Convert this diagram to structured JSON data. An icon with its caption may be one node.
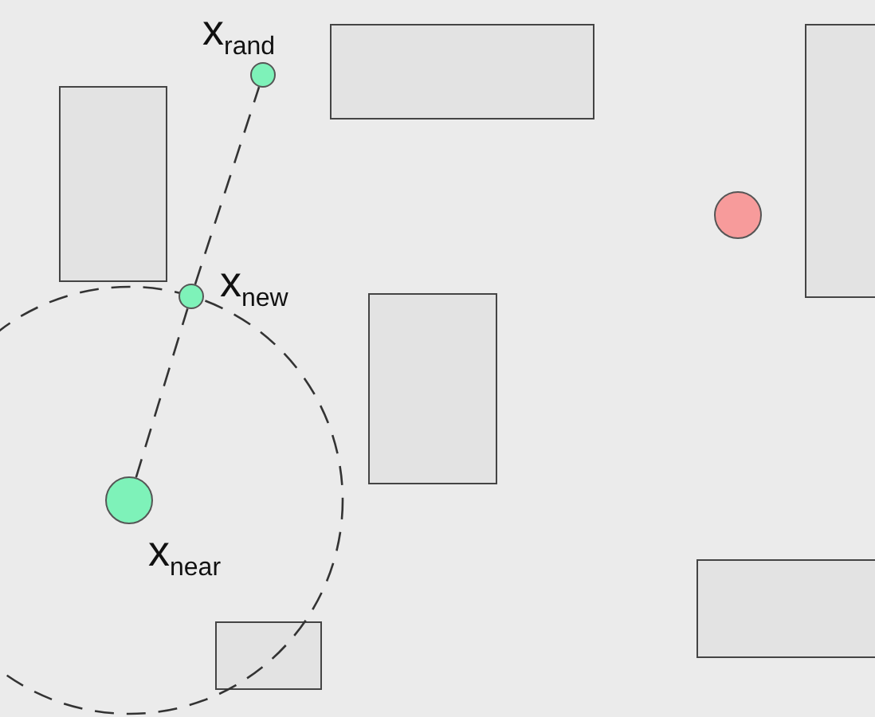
{
  "diagram": {
    "nodes": [
      {
        "text": [],
        "shape": "circle",
        "beside": [
          "x$_{rand}$"
        ]
      },
      {
        "text": [],
        "shape": "circle",
        "beside": [
          "x$_{new}$"
        ]
      },
      {
        "text": [],
        "shape": "circle",
        "beside": [
          "x$_{near}$"
        ]
      },
      {
        "text": [],
        "shape": "circle"
      }
    ],
    "edges": [
      {
        "from": 2,
        "to": 1,
        "arrow": "none",
        "style": "dashed"
      },
      {
        "from": 1,
        "to": 0,
        "arrow": "none",
        "style": "dashed"
      }
    ]
  }
}
